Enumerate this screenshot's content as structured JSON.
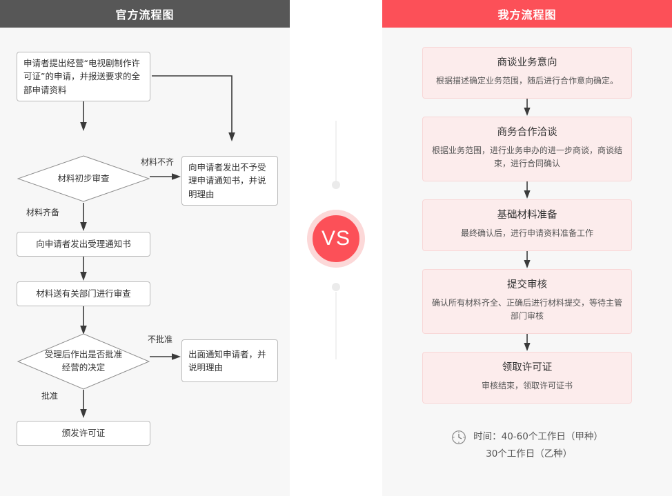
{
  "left_panel": {
    "header_title": "官方流程图",
    "header_bg": "#575757",
    "nodes": {
      "n1": "申请者提出经营“电视剧制作许可证”的申请，并报送要求的全部申请资料",
      "n2": "材料初步审查",
      "n3": "向申请者发出不予受理申请通知书，并说明理由",
      "n4": "向申请者发出受理通知书",
      "n5": "材料送有关部门进行审查",
      "n6": "受理后作出是否批准经营的决定",
      "n7": "出面通知申请者，并说明理由",
      "n8": "颁发许可证"
    },
    "edge_labels": {
      "e1": "材料不齐",
      "e2": "材料齐备",
      "e3": "不批准",
      "e4": "批准"
    }
  },
  "center": {
    "vs_label": "VS",
    "accent_color": "#fc5058",
    "ring_color": "#fcd8d8",
    "line_color": "#e3e3e3"
  },
  "right_panel": {
    "header_title": "我方流程图",
    "header_bg": "#fc5058",
    "card_bg": "#fcecec",
    "card_border": "#f8d7d7",
    "steps": [
      {
        "title": "商谈业务意向",
        "desc": "根据描述确定业务范围，随后进行合作意向确定。"
      },
      {
        "title": "商务合作洽谈",
        "desc": "根据业务范围，进行业务申办的进一步商谈，商谈结束，进行合同确认"
      },
      {
        "title": "基础材料准备",
        "desc": "最终确认后，进行申请资料准备工作"
      },
      {
        "title": "提交审核",
        "desc": "确认所有材料齐全、正确后进行材料提交，等待主管部门审核"
      },
      {
        "title": "领取许可证",
        "desc": "审核结束，领取许可证书"
      }
    ],
    "footer": {
      "icon": "clock-icon",
      "line1": "时间：40-60个工作日（甲种）",
      "line2": "30个工作日（乙种）"
    }
  }
}
